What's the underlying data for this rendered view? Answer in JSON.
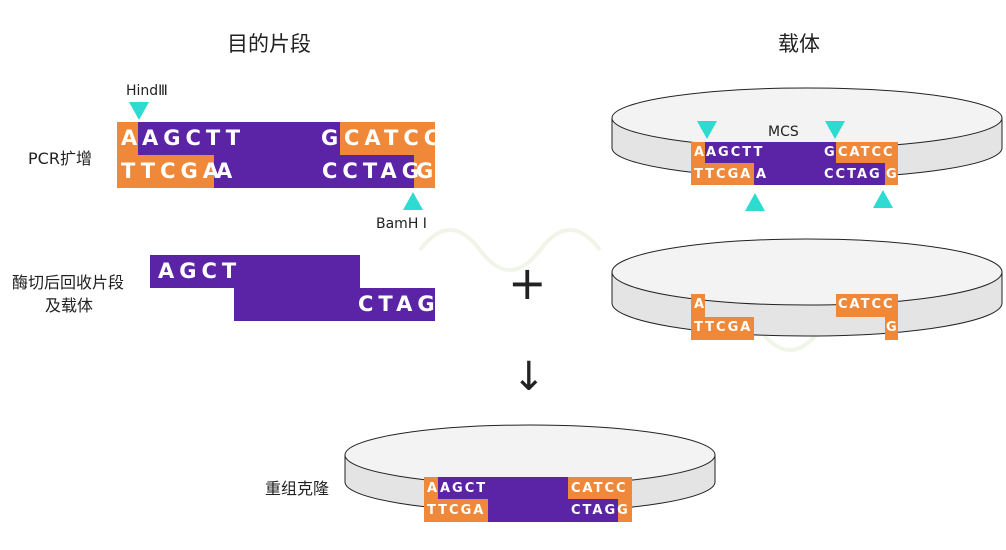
{
  "titles": {
    "insert": "目的片段",
    "vector": "载体"
  },
  "labels": {
    "pcr": "PCR扩增",
    "digest_line1": "酶切后回收片段",
    "digest_line2": "及载体",
    "recombinant": "重组克隆",
    "mcs": "MCS",
    "hind": "HindⅢ",
    "bam": "BamH Ⅰ"
  },
  "pcr": {
    "top_left_orange": "A",
    "top_left_purple": "AGCTT",
    "top_right_purple": "G",
    "top_right_orange": "CATCC",
    "bot_left_orange": "TTCGA",
    "bot_left_purple": "A",
    "bot_right_purple": "CCTAG",
    "bot_right_orange": "G"
  },
  "digest": {
    "top": "AGCT",
    "bottom": "CTAG"
  },
  "vector": {
    "top_left_orange": "A",
    "top_left_purple": "AGCTT",
    "top_right_purple": "G",
    "top_right_orange": "CATCC",
    "bot_left_orange": "TTCGA",
    "bot_left_purple": "A",
    "bot_right_purple": "CCTAG",
    "bot_right_orange": "G"
  },
  "cut_vector": {
    "top_left": "A",
    "bot_left": "TTCGA",
    "top_right": "CATCC",
    "bot_right": "G"
  },
  "recomb": {
    "top_left_orange": "A",
    "top_purple": "AGCT",
    "top_right_orange": "CATCC",
    "bot_left_orange": "TTCGA",
    "bot_right_orange": "CTAGG"
  },
  "symbols": {
    "plus": "+",
    "arrow": "↓"
  },
  "colors": {
    "orange": "#F0883A",
    "purple": "#5B23A6",
    "teal": "#2DDBD0",
    "ring": "#E4E4E4"
  }
}
